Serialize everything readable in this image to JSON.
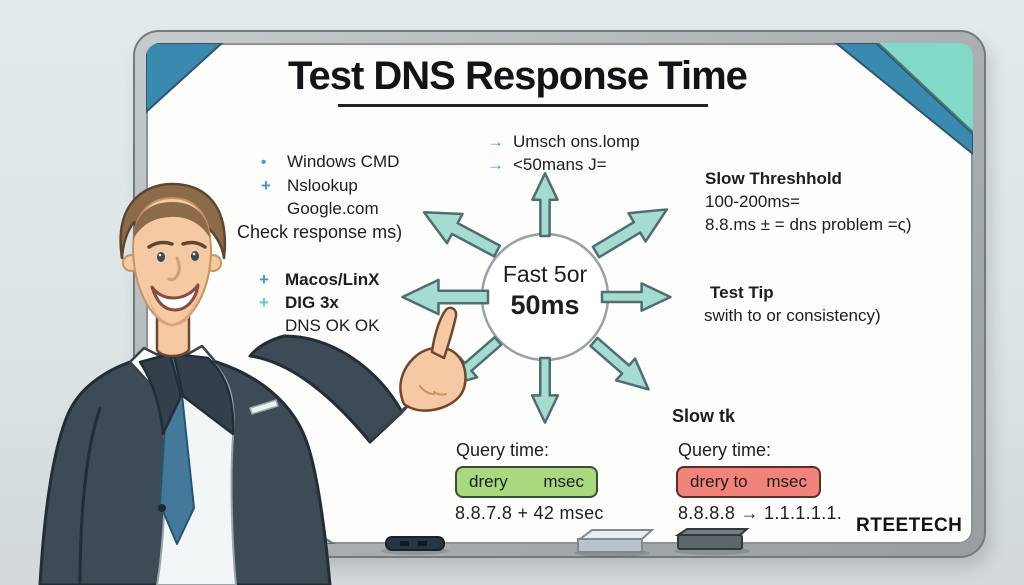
{
  "title": {
    "text": "Test DNS Response Time"
  },
  "icons": {
    "arrow": "→",
    "plus": "+",
    "dot": "•",
    "transfer_arrow": "→"
  },
  "hub": {
    "line1": "Fast 5or",
    "line2": "50ms"
  },
  "lists": {
    "top": {
      "items": [
        "Umsch ons.lomp",
        "<50mans J="
      ]
    },
    "left1": {
      "items": [
        "Windows CMD",
        "Nslookup",
        "Google.com"
      ],
      "note": "Check response ms)"
    },
    "left2": {
      "items": [
        "Macos/LinX",
        "DIG 3x",
        "DNS OK OK"
      ]
    },
    "right1": {
      "heading": "Slow Threshhold",
      "lines": [
        "100-200ms=",
        "8.8.ms ± = dns problem =ς)"
      ]
    },
    "right2": {
      "heading": "Test Tip",
      "lines": [
        "swith to or consistency)"
      ]
    }
  },
  "query_left": {
    "label": "Query time:",
    "box_left": "drery",
    "box_right": "msec",
    "result": "8.8.7.8 + 42 msec"
  },
  "query_right": {
    "heading": "Slow tk",
    "label": "Query time:",
    "box_left": "drery to",
    "box_right": "msec",
    "result": "8.8.8.8  →  1.1.1.1.1."
  },
  "brand": "RTEETECH",
  "colors": {
    "board": "#fdfdfc",
    "frame": "#aeb3b6",
    "frameDark": "#74797d",
    "cornerTeal": "#83d9c8",
    "stripeBlue": "#3a89ae",
    "arrowFill": "#a6dccf",
    "arrowStroke": "#4e6d74",
    "accentBlue": "#3f9ad2",
    "accentTeal": "#62c7bd",
    "green": "#a9d87e",
    "greenBorder": "#3d4a38",
    "red": "#f2837b",
    "redBorder": "#5e2c2a",
    "suit": "#3d4b57",
    "tie": "#45799c",
    "skin": "#f4c9a4",
    "hair": "#8c6b4a",
    "text": "#1b1d20"
  }
}
